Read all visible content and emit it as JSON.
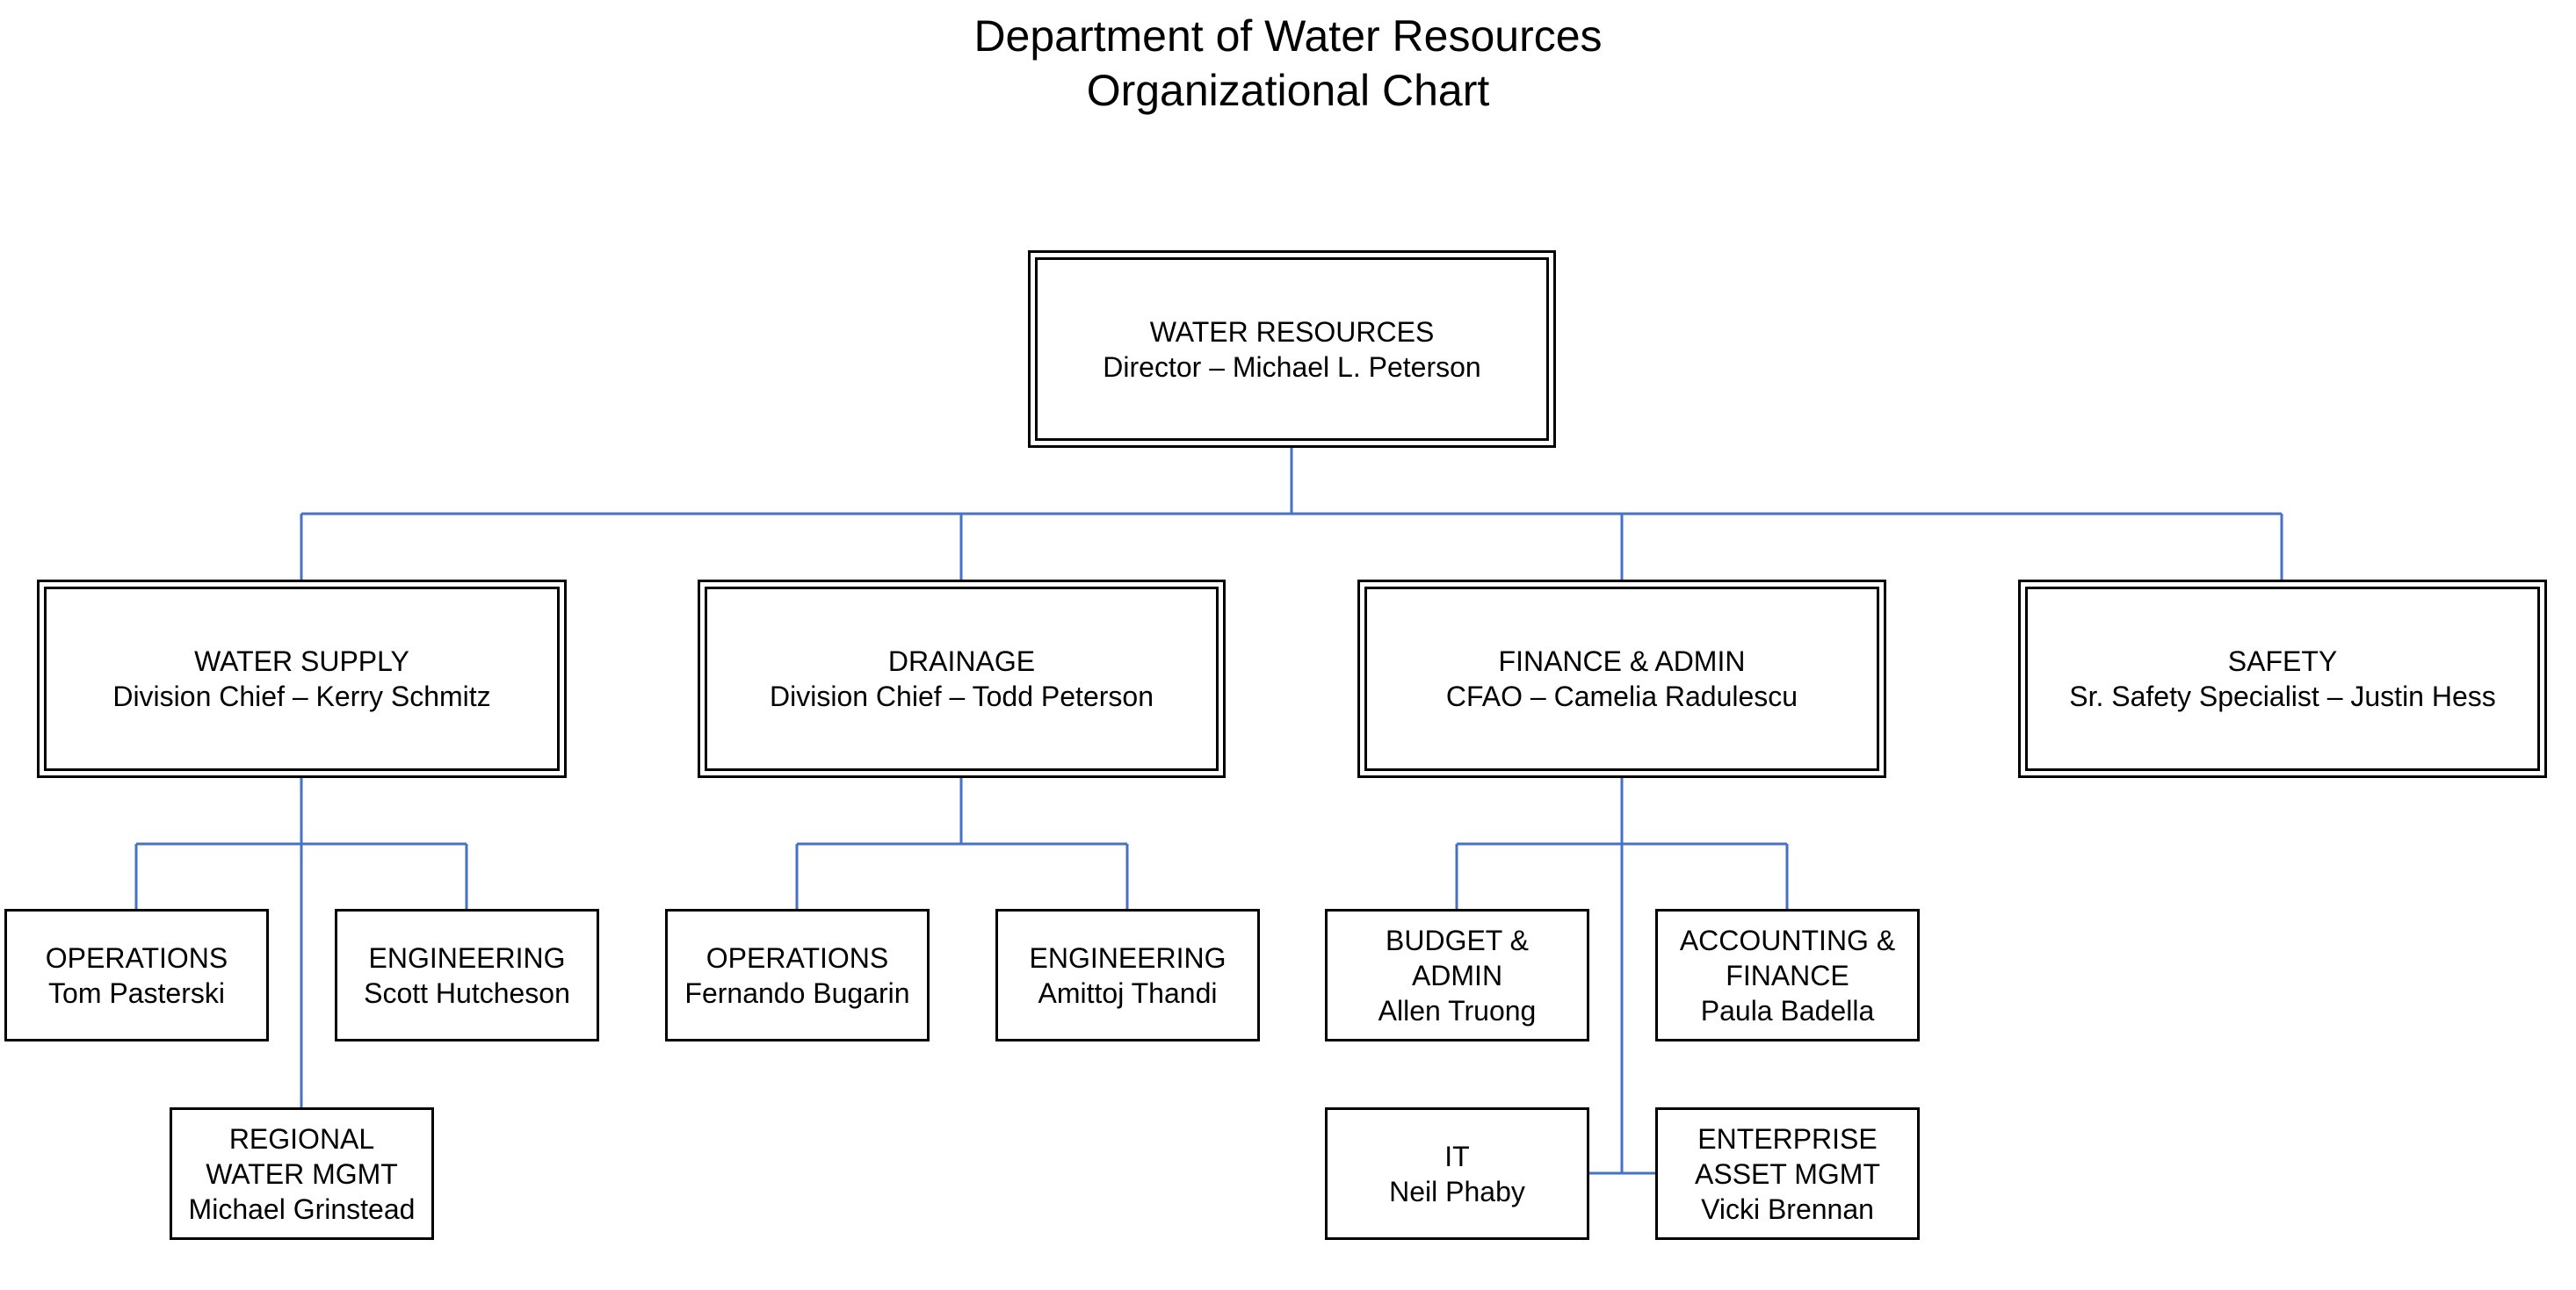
{
  "title": {
    "line1": "Department of Water Resources",
    "line2": "Organizational Chart"
  },
  "colors": {
    "connector": "#4472c4",
    "border": "#000000"
  },
  "director": {
    "name": "WATER RESOURCES",
    "person": "Director – Michael L. Peterson"
  },
  "divisions": [
    {
      "name": "WATER SUPPLY",
      "person": "Division Chief – Kerry Schmitz"
    },
    {
      "name": "DRAINAGE",
      "person": "Division Chief – Todd Peterson"
    },
    {
      "name": "FINANCE & ADMIN",
      "person": "CFAO – Camelia Radulescu"
    },
    {
      "name": "SAFETY",
      "person": "Sr. Safety Specialist – Justin Hess"
    }
  ],
  "water_supply_units": [
    {
      "lines": [
        "OPERATIONS",
        "Tom Pasterski"
      ]
    },
    {
      "lines": [
        "ENGINEERING",
        "Scott Hutcheson"
      ]
    },
    {
      "lines": [
        "REGIONAL",
        "WATER MGMT",
        "Michael Grinstead"
      ]
    }
  ],
  "drainage_units": [
    {
      "lines": [
        "OPERATIONS",
        "Fernando Bugarin"
      ]
    },
    {
      "lines": [
        "ENGINEERING",
        "Amittoj Thandi"
      ]
    }
  ],
  "finance_units": [
    {
      "lines": [
        "BUDGET &",
        "ADMIN",
        "Allen Truong"
      ]
    },
    {
      "lines": [
        "ACCOUNTING &",
        "FINANCE",
        "Paula Badella"
      ]
    },
    {
      "lines": [
        "IT",
        "Neil Phaby"
      ]
    },
    {
      "lines": [
        "ENTERPRISE",
        "ASSET MGMT",
        "Vicki Brennan"
      ]
    }
  ]
}
